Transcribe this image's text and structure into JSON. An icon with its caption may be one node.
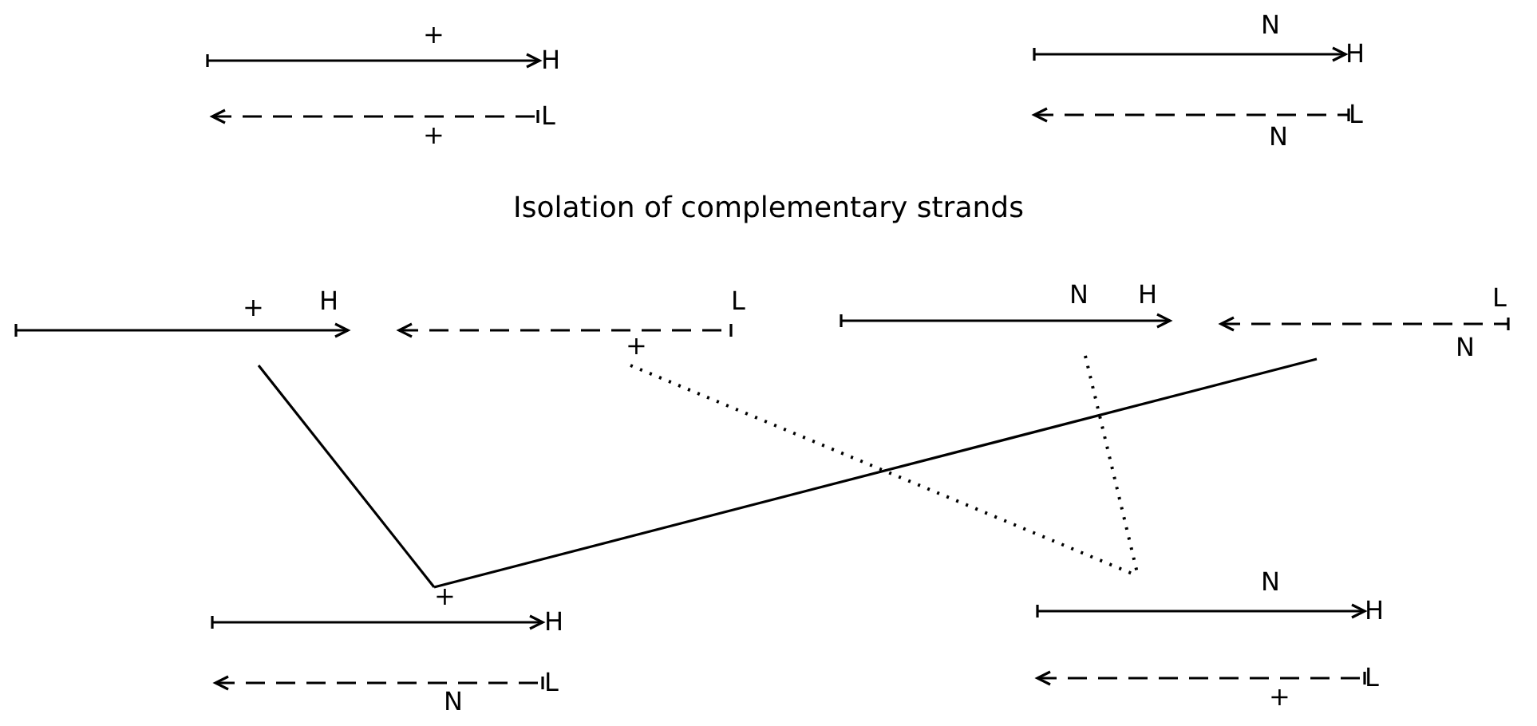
{
  "diagram": {
    "title": "Isolation of complementary strands",
    "nodes": [
      {
        "text": [
          "+",
          "H"
        ]
      },
      {
        "text": [
          "+",
          "L"
        ]
      },
      {
        "text": [
          "N",
          "H"
        ]
      },
      {
        "text": [
          "N",
          "L"
        ]
      },
      {
        "text": [
          "+",
          "H"
        ]
      },
      {
        "text": [
          "+",
          "L"
        ]
      },
      {
        "text": [
          "N",
          "H"
        ]
      },
      {
        "text": [
          "N",
          "L"
        ]
      },
      {
        "text": [
          "+",
          "H"
        ]
      },
      {
        "text": [
          "N",
          "L"
        ]
      },
      {
        "text": [
          "N",
          "H"
        ]
      },
      {
        "text": [
          "+",
          "L"
        ]
      }
    ],
    "edges": [
      {
        "from": 4,
        "to": 8,
        "arrow": "none"
      },
      {
        "from": 7,
        "to": 8,
        "arrow": "none"
      },
      {
        "from": 5,
        "to": 10,
        "arrow": "none",
        "style": "dashed"
      },
      {
        "from": 6,
        "to": 10,
        "arrow": "none",
        "style": "dashed"
      }
    ]
  }
}
